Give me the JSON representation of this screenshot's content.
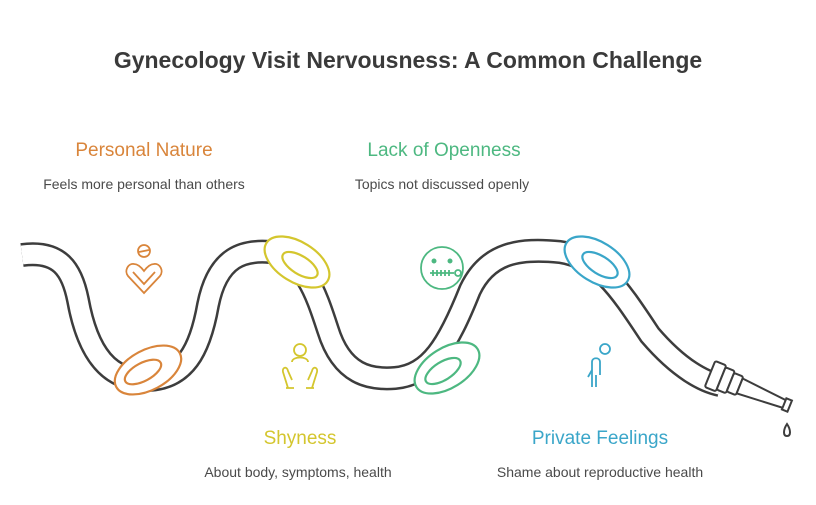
{
  "title": "Gynecology Visit Nervousness: A Common Challenge",
  "colors": {
    "orange": "#D9853B",
    "yellow": "#D4C62E",
    "green": "#4DB881",
    "blue": "#3AA6C9",
    "hose_outline": "#3d3d3d"
  },
  "items": [
    {
      "heading": "Personal Nature",
      "description": "Feels more personal than others",
      "icon": "heart-hands-icon"
    },
    {
      "heading": "Shyness",
      "description": "About body, symptoms, health",
      "icon": "shy-person-icon"
    },
    {
      "heading": "Lack of Openness",
      "description": "Topics not discussed openly",
      "icon": "zipped-mouth-face-icon"
    },
    {
      "heading": "Private Feelings",
      "description": "Shame about reproductive health",
      "icon": "person-alone-icon"
    }
  ]
}
